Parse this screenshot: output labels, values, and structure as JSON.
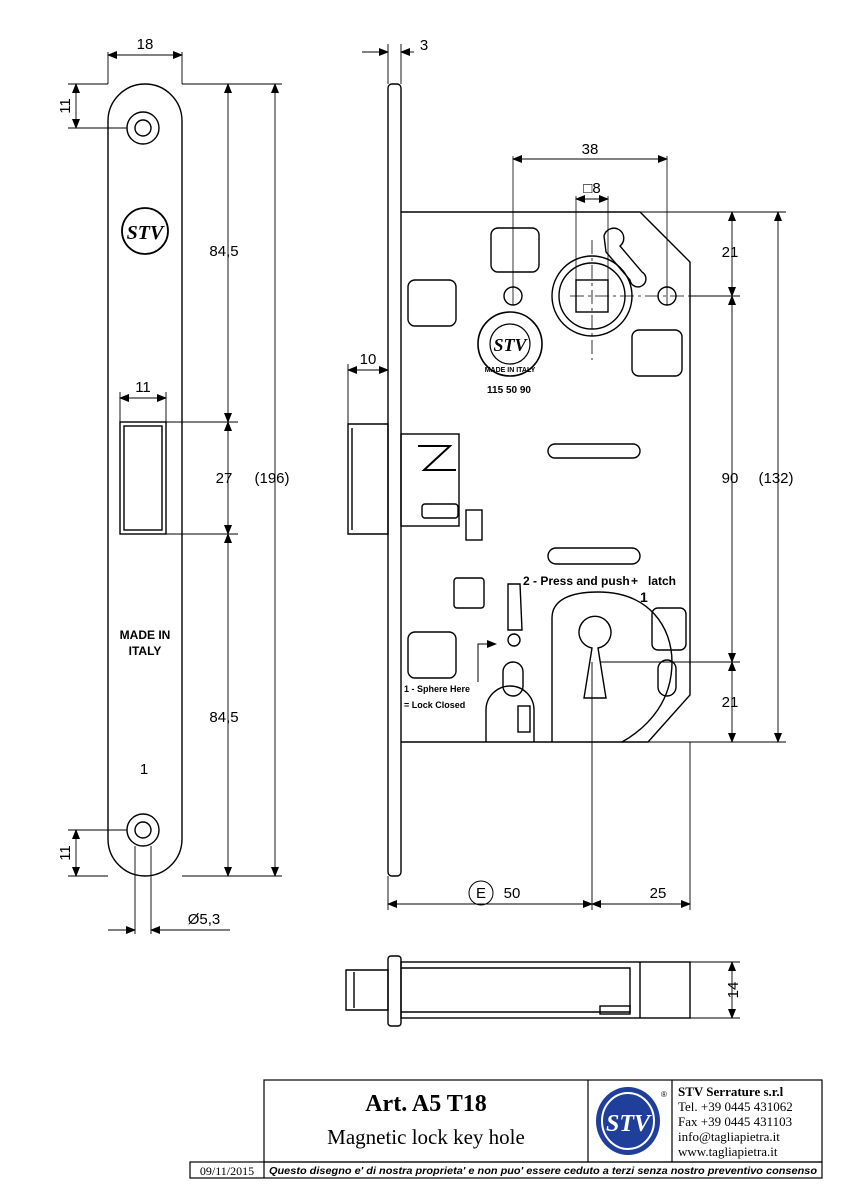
{
  "faceplate": {
    "dims": {
      "width": "18",
      "hole_offset_top": "11",
      "upper_span": "84,5",
      "latch_width": "11",
      "latch_height": "27",
      "overall": "(196)",
      "lower_span": "84,5",
      "hole_offset_bottom": "11",
      "hole_diameter": "Ø5,3"
    },
    "logo": "STV",
    "made_in": "MADE IN",
    "country": "ITALY",
    "index": "1"
  },
  "body": {
    "dims": {
      "plate_thickness": "3",
      "handle_spacing": "38",
      "square_spindle": "□8",
      "latch_projection": "10",
      "top_offset": "21",
      "center_distance": "90",
      "overall_height": "(132)",
      "bottom_offset": "21",
      "backset": "50",
      "backset_marker": "E",
      "front_offset": "25",
      "depth": "14"
    },
    "logo": "STV",
    "logo_ring": "MADE IN ITALY",
    "part_number": "115 50 90",
    "instruction_step2": "2 - Press and push",
    "instruction_plus": "+",
    "instruction_latch": "latch",
    "instruction_index": "1",
    "instruction_step1_a": "1 - Sphere Here",
    "instruction_step1_b": "= Lock Closed"
  },
  "title_block": {
    "article": "Art. A5 T18",
    "description": "Magnetic lock key hole",
    "company": "STV Serrature s.r.l",
    "tel": "Tel. +39 0445 431062",
    "fax": "Fax +39 0445 431103",
    "email": "info@tagliapietra.it",
    "web": "www.tagliapietra.it",
    "logo": "STV",
    "registered": "®",
    "date": "09/11/2015",
    "notice": "Questo disegno e' di nostra proprieta' e non puo' essere ceduto a terzi senza nostro preventivo consenso"
  },
  "colors": {
    "line": "#000000",
    "logo_blue": "#1f3f9a"
  }
}
